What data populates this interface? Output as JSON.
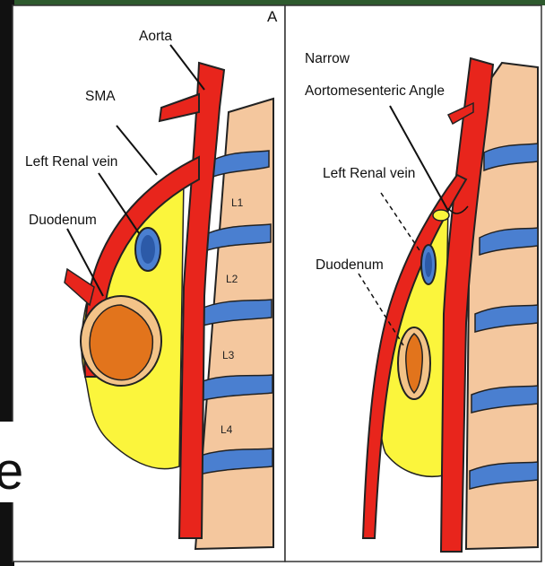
{
  "panel_letter": "A",
  "left_panel": {
    "labels": {
      "aorta": "Aorta",
      "sma": "SMA",
      "left_renal_vein": "Left Renal vein",
      "duodenum": "Duodenum"
    },
    "vertebrae": [
      "L1",
      "L2",
      "L3",
      "L4"
    ]
  },
  "right_panel": {
    "labels": {
      "angle_line1": "Narrow",
      "angle_line2": "Aortomesenteric Angle",
      "left_renal_vein": "Left Renal vein",
      "duodenum": "Duodenum"
    }
  },
  "slide_text_fragment": "e",
  "colors": {
    "artery": "#e8251c",
    "vertebra": "#f4c79e",
    "disc": "#4a7fd0",
    "fat": "#fbf53c",
    "duodenum_outer": "#f3c388",
    "duodenum_inner": "#e2741c",
    "vein": "#4a7fd0",
    "slide_band": "#2e5a2e"
  }
}
